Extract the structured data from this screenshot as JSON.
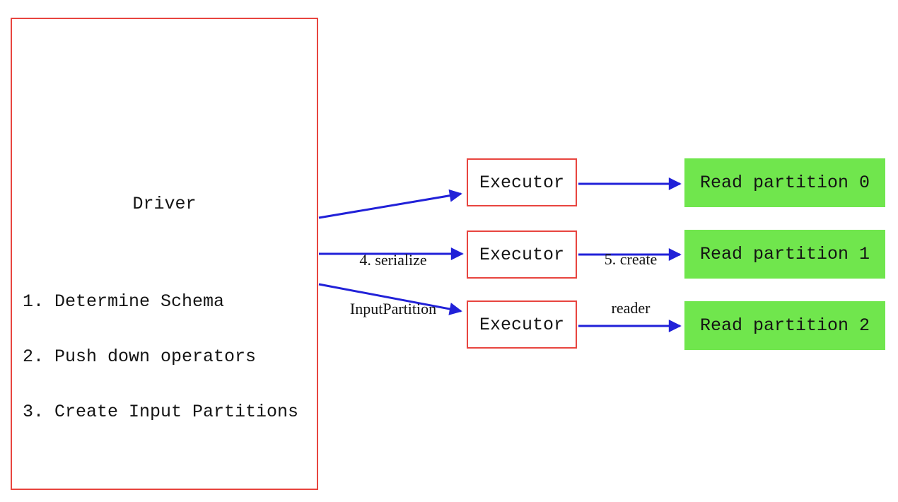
{
  "diagram": {
    "driver": {
      "title": "Driver",
      "steps": [
        "1. Determine Schema",
        "2. Push down operators",
        "3. Create Input Partitions"
      ]
    },
    "executors": [
      {
        "label": "Executor"
      },
      {
        "label": "Executor"
      },
      {
        "label": "Executor"
      }
    ],
    "partitions": [
      {
        "label": "Read partition 0"
      },
      {
        "label": "Read partition 1"
      },
      {
        "label": "Read partition 2"
      }
    ],
    "edge_labels": {
      "serialize_line1": "4. serialize",
      "serialize_line2": "InputPartition",
      "reader_line1": "5. create",
      "reader_line2": "reader"
    },
    "colors": {
      "box_border": "#e8453f",
      "partition_fill": "#70e64d",
      "arrow": "#2121d8",
      "text": "#141414"
    }
  }
}
